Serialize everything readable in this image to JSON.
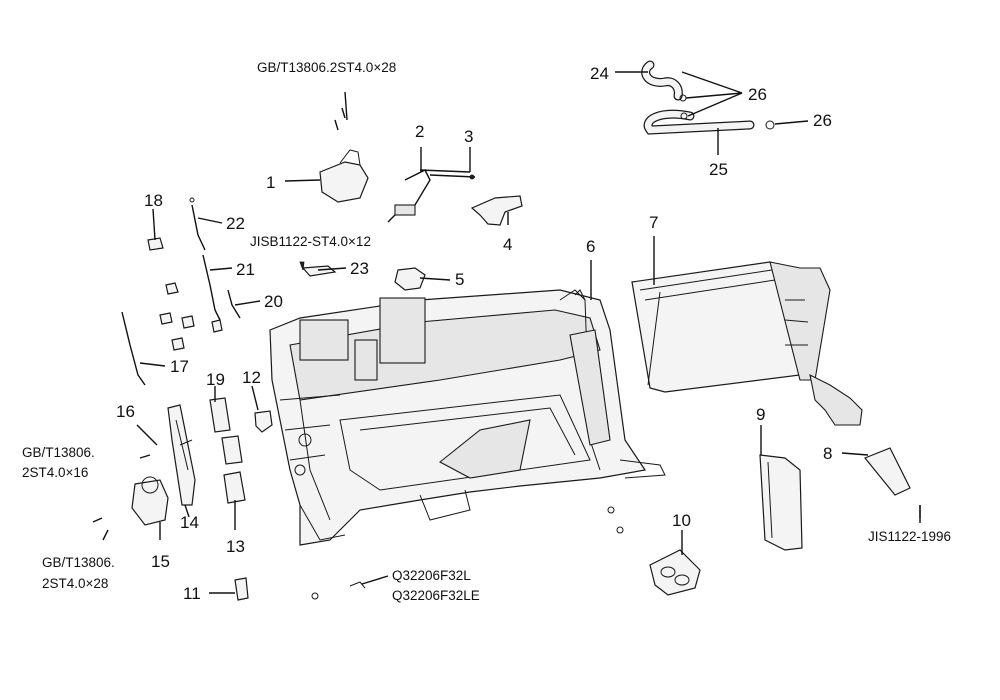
{
  "callouts": {
    "c1": "1",
    "c2": "2",
    "c3": "3",
    "c4": "4",
    "c5": "5",
    "c6": "6",
    "c7": "7",
    "c8": "8",
    "c9": "9",
    "c10": "10",
    "c11": "11",
    "c12": "12",
    "c13": "13",
    "c14": "14",
    "c15": "15",
    "c16": "16",
    "c17": "17",
    "c18": "18",
    "c19": "19",
    "c20": "20",
    "c21": "21",
    "c22": "22",
    "c23": "23",
    "c24": "24",
    "c25": "25",
    "c26a": "26",
    "c26b": "26"
  },
  "codes": {
    "top_screw": "GB/T13806.2ST4.0×28",
    "jis_screw": "JISB1122-ST4.0×12",
    "left_screw_line1": "GB/T13806.",
    "left_screw_line2": "2ST4.0×16",
    "bottom_screw_line1": "GB/T13806.",
    "bottom_screw_line2": "2ST4.0×28",
    "clip_line1": "Q32206F32L",
    "clip_line2": "Q32206F32LE",
    "jis_std": "JIS1122-1996"
  }
}
